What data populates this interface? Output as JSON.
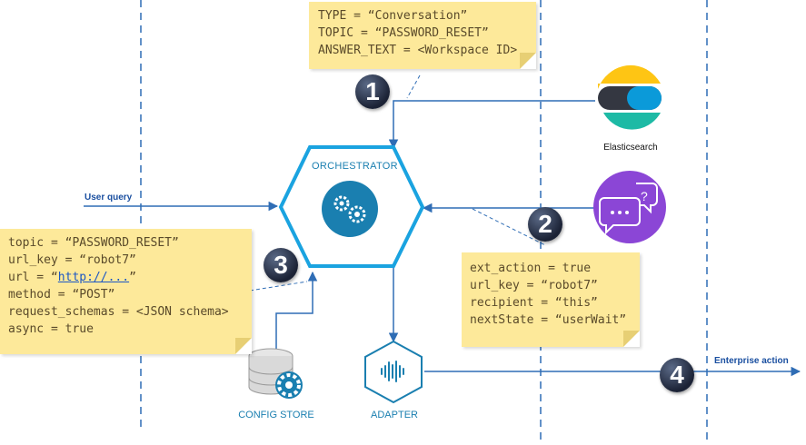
{
  "notes": {
    "top": [
      "TYPE = “Conversation”",
      "TOPIC = “PASSWORD_RESET”",
      "ANSWER_TEXT = <Workspace ID>"
    ],
    "left": {
      "lines_before": [
        "topic = “PASSWORD_RESET”",
        "url_key = “robot7”"
      ],
      "url_prefix": "url = “",
      "url_link": "http://...",
      "url_suffix": "”",
      "lines_after": [
        "method = “POST”",
        "request_schemas = <JSON schema>",
        "async = true"
      ]
    },
    "right": [
      "ext_action = true",
      "url_key = “robot7”",
      "recipient = “this”",
      "nextState = “userWait”"
    ]
  },
  "labels": {
    "orchestrator": "ORCHESTRATOR",
    "elasticsearch": "Elasticsearch",
    "user_query": "User query",
    "config_store": "CONFIG STORE",
    "adapter": "ADAPTER",
    "enterprise_action": "Enterprise action"
  },
  "badges": [
    "1",
    "2",
    "3",
    "4"
  ],
  "colors": {
    "accent": "#1aa3e0",
    "arrow": "#2f6db5",
    "note": "#fde99a",
    "hex_icon": "#1a7fb0"
  }
}
